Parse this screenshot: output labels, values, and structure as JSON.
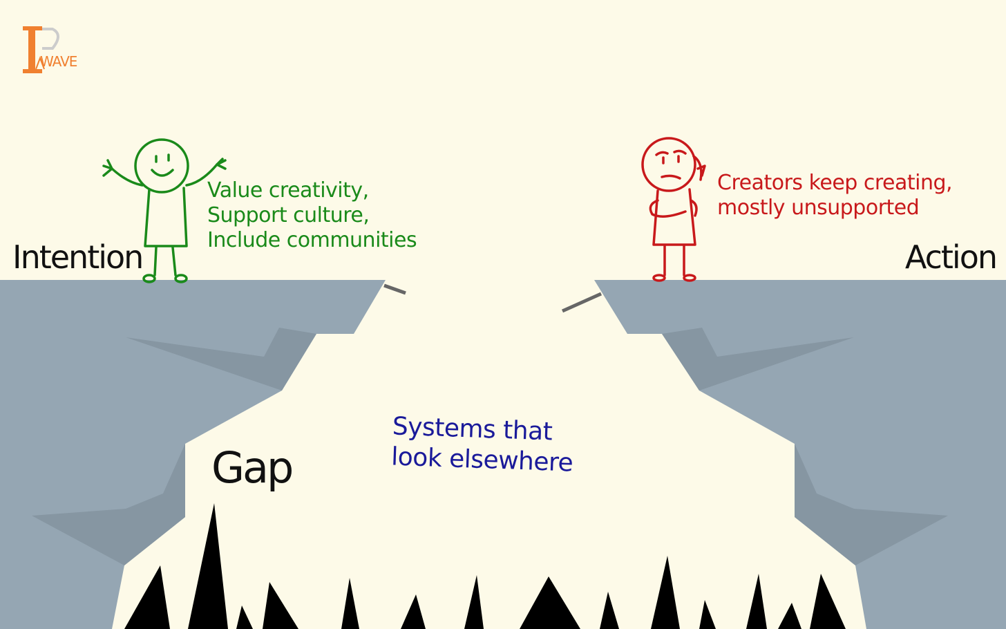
{
  "logo": {
    "text": "WAVE",
    "color": "#f08030"
  },
  "labels": {
    "intention": "Intention",
    "action": "Action",
    "gap": "Gap"
  },
  "notes": {
    "intention_side": "Value creativity,\nSupport culture,\nInclude communities",
    "action_side": "Creators keep creating,\nmostly unsupported",
    "gap": "Systems that\nlook elsewhere"
  },
  "colors": {
    "background": "#fdfae8",
    "cliff": "#95a6b3",
    "cliff_shadow": "#8696a2",
    "spikes": "#000000",
    "happy_figure": "#1a8a1a",
    "sad_figure": "#c8191b",
    "gap_note": "#1a1a9a"
  }
}
